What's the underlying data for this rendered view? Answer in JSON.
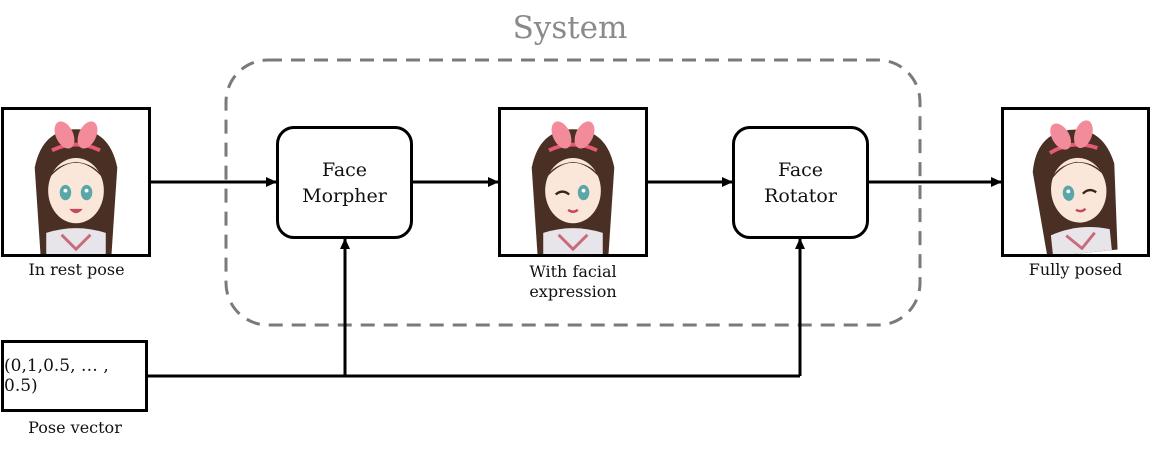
{
  "system": {
    "title": "System"
  },
  "nodes": {
    "rest_pose": {
      "caption": "In rest pose",
      "icon": "anime-girl-rest-pose-image"
    },
    "face_morpher": {
      "line1": "Face",
      "line2": "Morpher"
    },
    "facial_expression": {
      "caption_line1": "With facial",
      "caption_line2": "expression",
      "icon": "anime-girl-winking-image"
    },
    "face_rotator": {
      "line1": "Face",
      "line2": "Rotator"
    },
    "fully_posed": {
      "caption": "Fully posed",
      "icon": "anime-girl-posed-image"
    },
    "pose_vector": {
      "value": "(0,1,0.5, … , 0.5)",
      "caption": "Pose vector"
    }
  },
  "colors": {
    "hair": "#4a3024",
    "ribbon": "#f28b9a",
    "skin": "#fbe6da",
    "eye": "#5aa6a8",
    "system_border": "#7a7a7a"
  }
}
